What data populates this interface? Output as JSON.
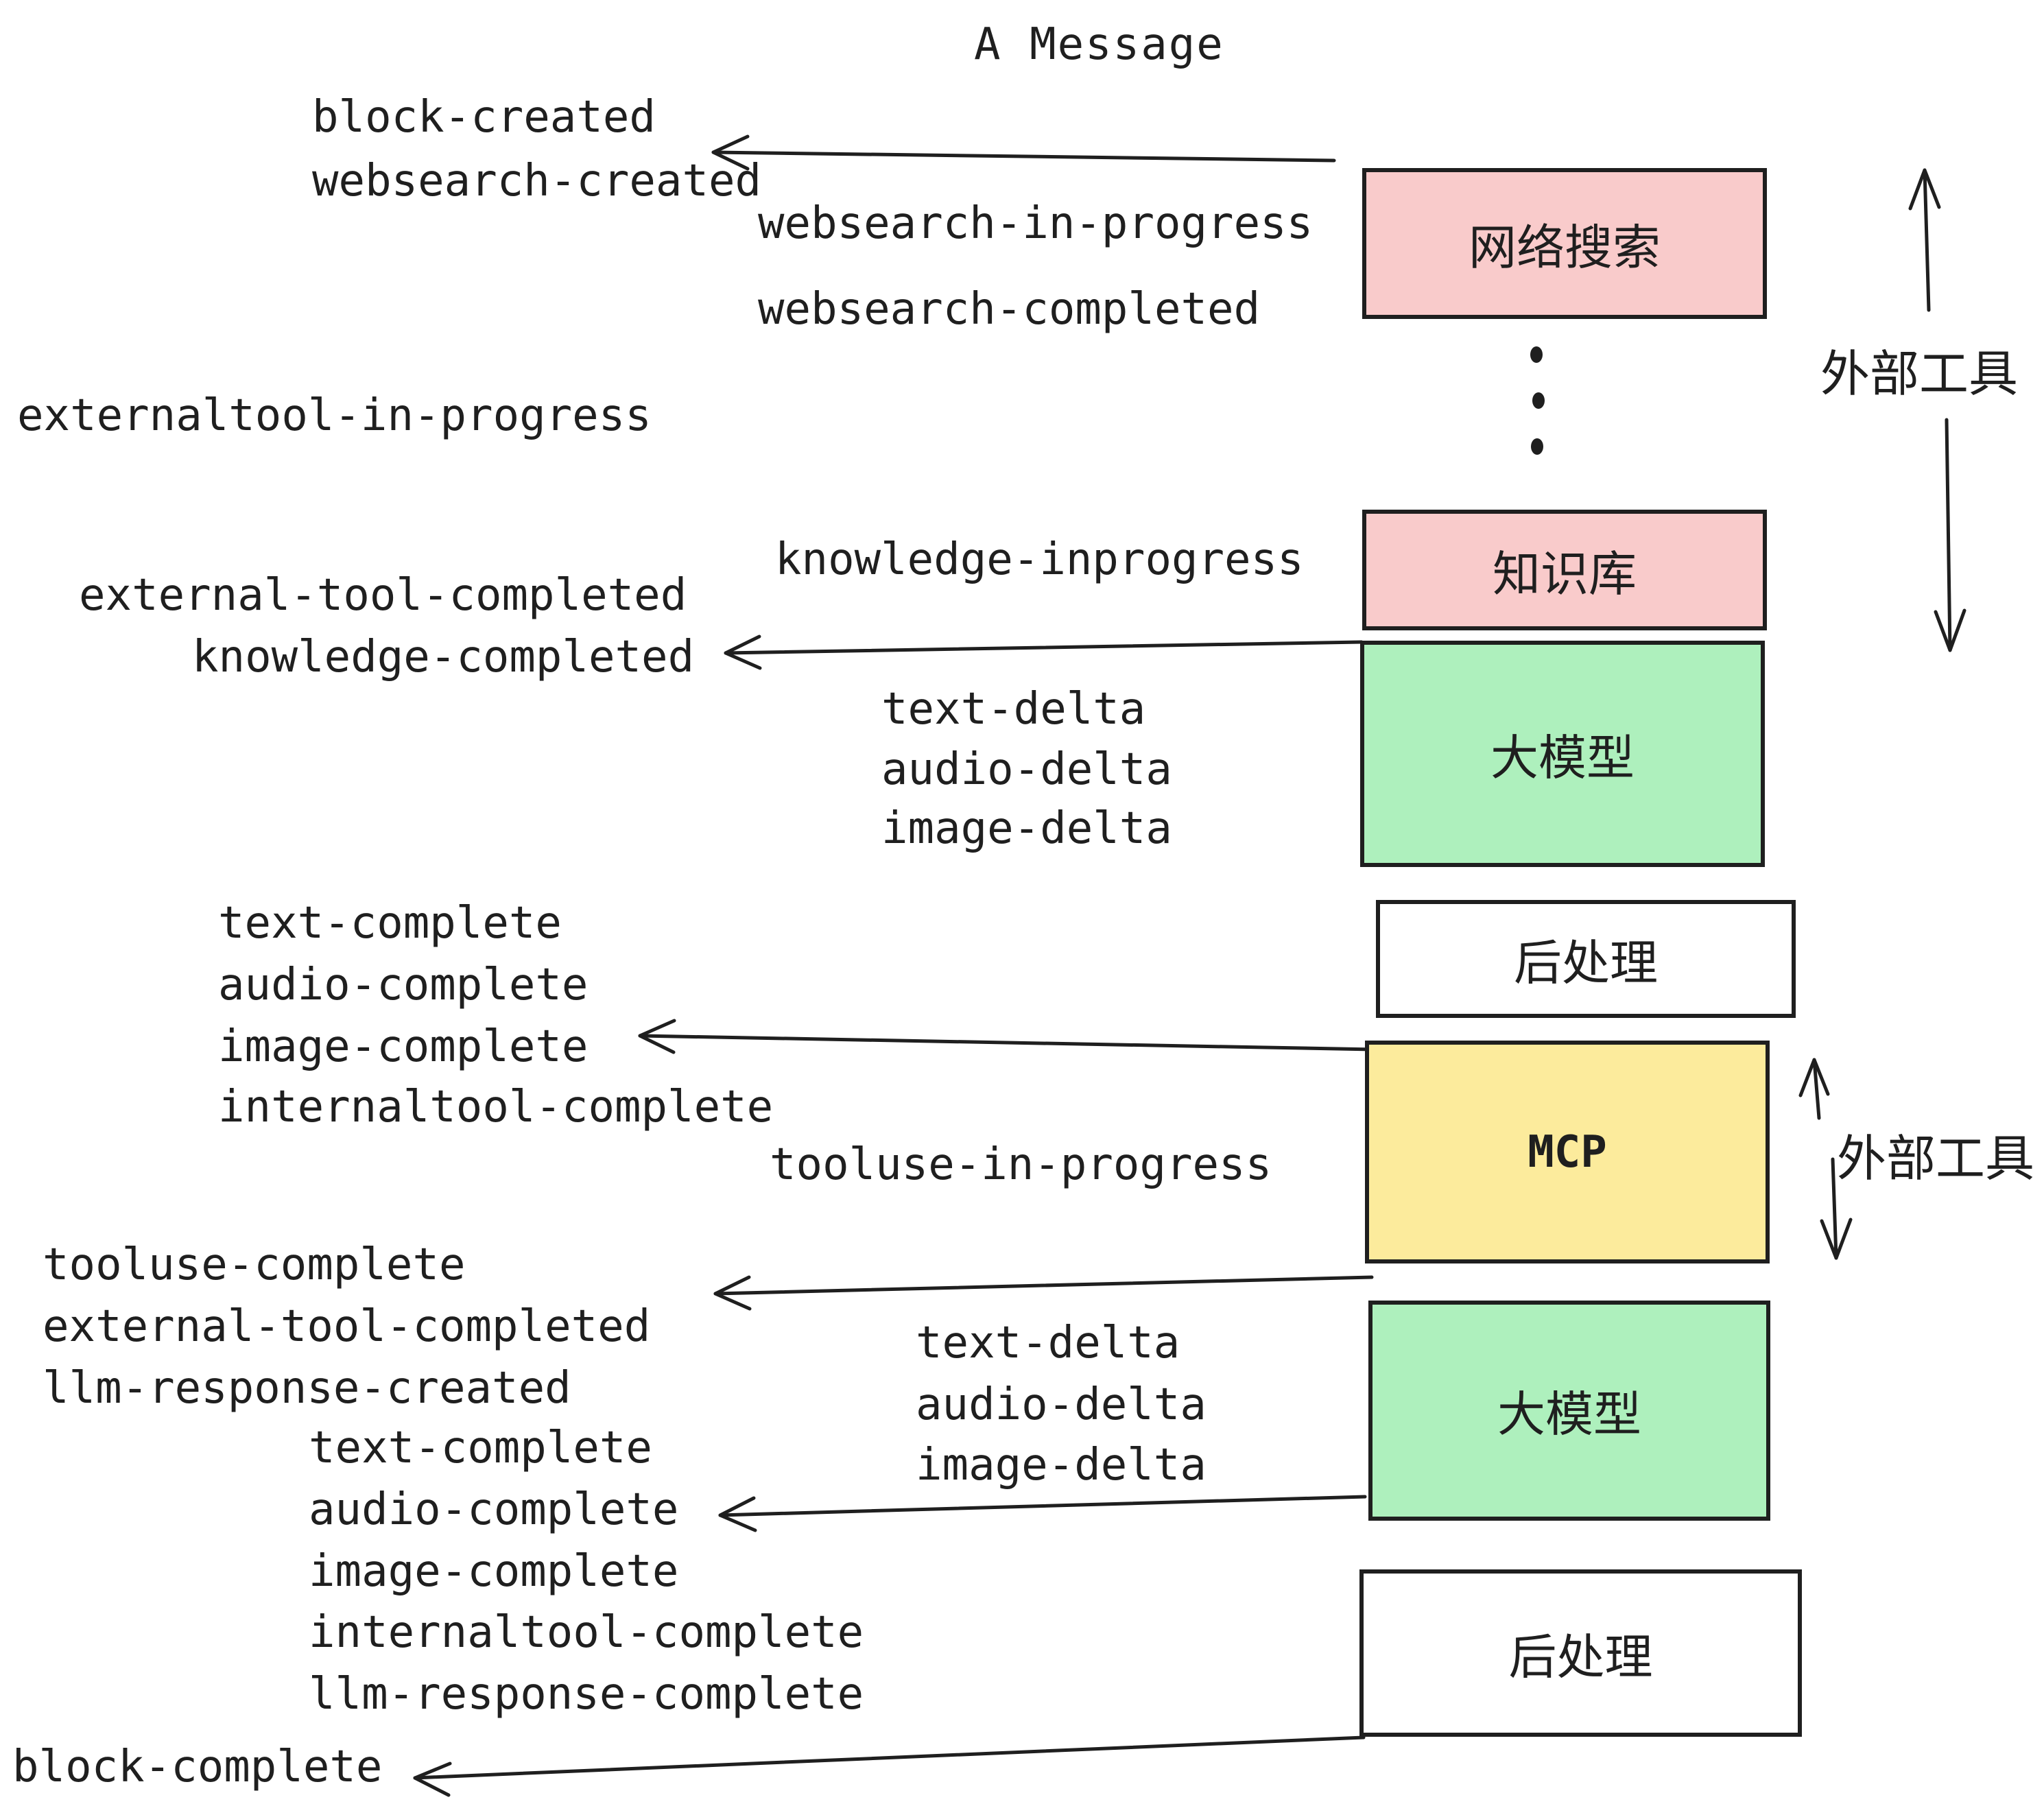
{
  "title": "A Message",
  "colors": {
    "pink": "#F9CBCB",
    "green": "#AEF0BD",
    "yellow": "#FCEB9C",
    "white": "#FFFFFF",
    "ink": "#1F1F1F"
  },
  "boxes": [
    {
      "label": "网络搜索"
    },
    {
      "label": "知识库"
    },
    {
      "label": "大模型"
    },
    {
      "label": "后处理"
    },
    {
      "label": "MCP"
    },
    {
      "label": "大模型"
    },
    {
      "label": "后处理"
    }
  ],
  "annotations": [
    {
      "label": "外部工具"
    },
    {
      "label": "外部工具"
    }
  ],
  "events": [
    {
      "label": "block-created"
    },
    {
      "label": "websearch-created"
    },
    {
      "label": "websearch-in-progress"
    },
    {
      "label": "websearch-completed"
    },
    {
      "label": "externaltool-in-progress"
    },
    {
      "label": "knowledge-inprogress"
    },
    {
      "label": "external-tool-completed"
    },
    {
      "label": "knowledge-completed"
    },
    {
      "label": "text-delta"
    },
    {
      "label": "audio-delta"
    },
    {
      "label": "image-delta"
    },
    {
      "label": "text-complete"
    },
    {
      "label": "audio-complete"
    },
    {
      "label": "image-complete"
    },
    {
      "label": "internaltool-complete"
    },
    {
      "label": "tooluse-in-progress"
    },
    {
      "label": "tooluse-complete"
    },
    {
      "label": "external-tool-completed"
    },
    {
      "label": "llm-response-created"
    },
    {
      "label": "text-delta"
    },
    {
      "label": "audio-delta"
    },
    {
      "label": "image-delta"
    },
    {
      "label": "text-complete"
    },
    {
      "label": "audio-complete"
    },
    {
      "label": "image-complete"
    },
    {
      "label": "internaltool-complete"
    },
    {
      "label": "llm-response-complete"
    },
    {
      "label": "block-complete"
    }
  ]
}
